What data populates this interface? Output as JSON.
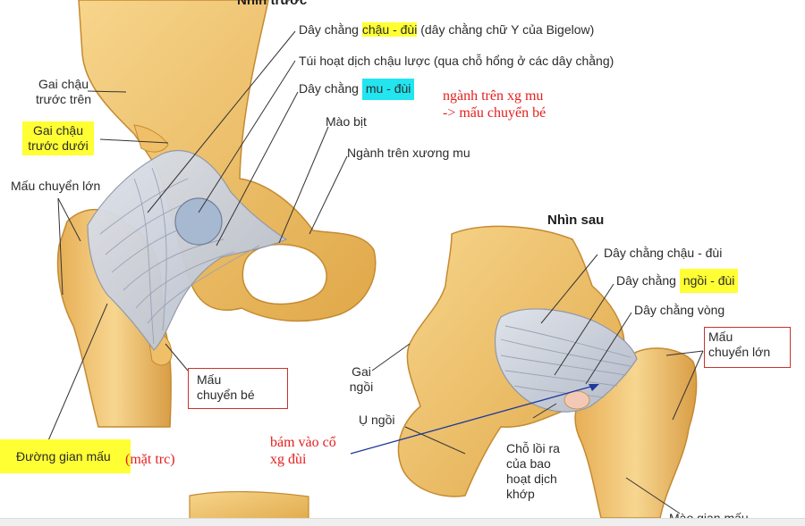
{
  "views": {
    "front": "Nhìn trước",
    "back": "Nhìn sau"
  },
  "front_labels": {
    "asis": [
      "Gai chậu",
      "trước trên"
    ],
    "aiis": [
      "Gai chậu",
      "trước dưới"
    ],
    "greater_troch": "Mấu chuyển lớn",
    "iliofemoral_pre": "Dây chằng",
    "iliofemoral_hl": "chậu - đùi",
    "iliofemoral_post": "(dây chằng chữ Y của Bigelow)",
    "bursa": "Túi hoạt dịch chậu lược (qua chỗ hổng ở các dây chằng)",
    "pubofemoral_pre": "Dây chằng",
    "pubofemoral_hl": "mu - đùi",
    "obturator_crest": "Mào bịt",
    "superior_ramus": "Ngành trên xương mu",
    "lesser_troch": [
      "Mấu",
      "chuyển bé"
    ],
    "intertroch_line": "Đường gian mấu"
  },
  "back_labels": {
    "iliofemoral": "Dây chằng chậu - đùi",
    "ischiofemoral_pre": "Dây chằng",
    "ischiofemoral_hl": "ngồi - đùi",
    "zona": "Dây chằng vòng",
    "ischial_spine": [
      "Gai",
      "ngồi"
    ],
    "ischial_tub": "Ụ ngồi",
    "greater_troch": [
      "Mấu",
      "chuyển lớn"
    ],
    "protrusion": [
      "Chỗ lồi ra",
      "của bao",
      "hoạt dịch",
      "khớp"
    ],
    "intertroch_crest": "Mào gian mấu"
  },
  "notes": {
    "superior_ramus_note": [
      "ngành trên xg mu",
      "-> mấu chuyển bé"
    ],
    "front_side": "(mặt trc)",
    "attach_neck": [
      "bám vào cổ",
      "xg đùi"
    ]
  },
  "colors": {
    "highlight_yellow": "#ffff33",
    "highlight_cyan": "#22e5f0",
    "annotation_red": "#e41e1e",
    "box_border": "#c8332f",
    "arrow_blue": "#1f3a9a",
    "bone": "#f2c46e",
    "ligament": "#cdd3dd"
  }
}
